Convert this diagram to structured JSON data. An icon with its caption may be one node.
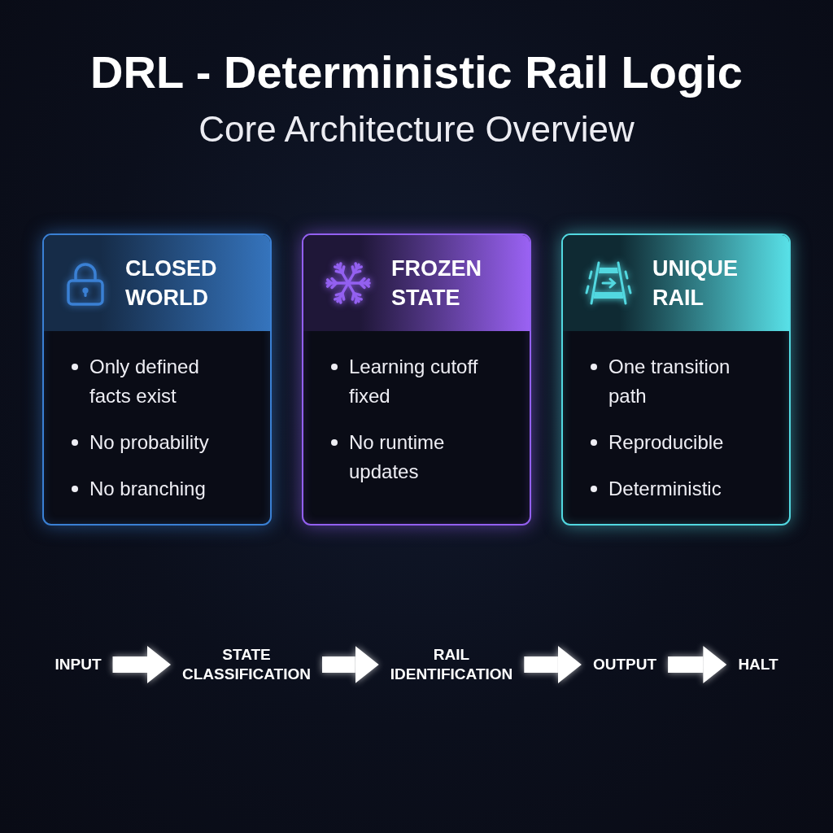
{
  "diagram": {
    "title": "DRL - Deterministic Rail Logic",
    "nodes": [
      {
        "text": [
          "CLOSED WORLD",
          "Only defined facts exist",
          "No probability",
          "No branching"
        ]
      },
      {
        "text": [
          "FROZEN STATE",
          "Learning cutoff fixed",
          "No runtime updates"
        ]
      },
      {
        "text": [
          "UNIQUE RAIL",
          "One transition path",
          "Reproducible",
          "Deterministic"
        ]
      },
      {
        "text": [
          "INPUT"
        ]
      },
      {
        "text": [
          "STATE CLASSIFICATION"
        ]
      },
      {
        "text": [
          "RAIL IDENTIFICATION"
        ]
      },
      {
        "text": [
          "OUTPUT"
        ]
      },
      {
        "text": [
          "HALT"
        ]
      }
    ],
    "edges": [
      {
        "from": 3,
        "to": 4,
        "arrow": "to"
      },
      {
        "from": 4,
        "to": 5,
        "arrow": "to"
      },
      {
        "from": 5,
        "to": 6,
        "arrow": "to"
      },
      {
        "from": 6,
        "to": 7,
        "arrow": "to"
      }
    ],
    "labels": [
      "Core Architecture Overview"
    ]
  }
}
